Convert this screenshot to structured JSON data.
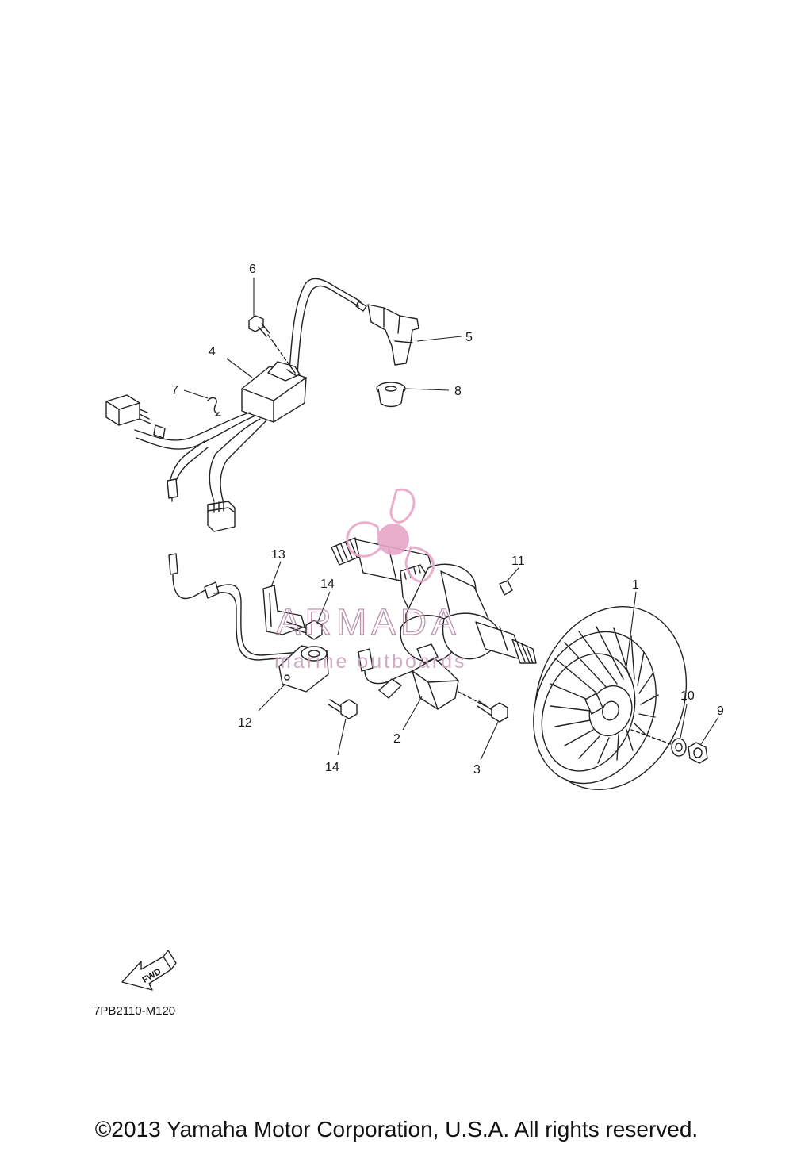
{
  "diagram": {
    "callouts": [
      {
        "id": "1",
        "label": "1"
      },
      {
        "id": "2",
        "label": "2"
      },
      {
        "id": "3",
        "label": "3"
      },
      {
        "id": "4",
        "label": "4"
      },
      {
        "id": "5",
        "label": "5"
      },
      {
        "id": "6",
        "label": "6"
      },
      {
        "id": "7",
        "label": "7"
      },
      {
        "id": "8",
        "label": "8"
      },
      {
        "id": "9",
        "label": "9"
      },
      {
        "id": "10",
        "label": "10"
      },
      {
        "id": "11",
        "label": "11"
      },
      {
        "id": "12",
        "label": "12"
      },
      {
        "id": "13",
        "label": "13"
      },
      {
        "id": "14a",
        "label": "14"
      },
      {
        "id": "14b",
        "label": "14"
      }
    ],
    "fwd_label": "FWD",
    "diagram_code": "7PB2110-M120"
  },
  "watermark": {
    "brand": "ARMADA",
    "tagline": "marine outboards",
    "color": "#e8a6c8"
  },
  "footer": {
    "copyright": "©2013 Yamaha Motor Corporation, U.S.A. All rights reserved."
  }
}
